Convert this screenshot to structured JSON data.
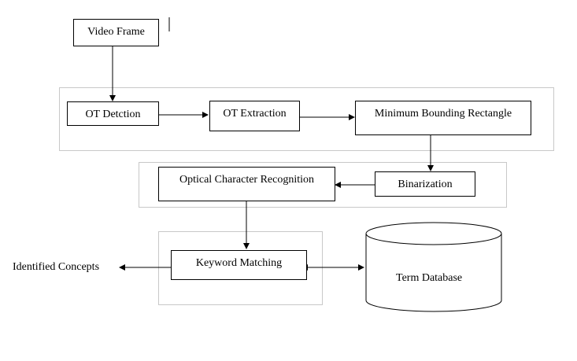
{
  "nodes": {
    "video_frame": "Video Frame",
    "ot_detection": "OT Detction",
    "ot_extraction": "OT Extraction",
    "min_bounding_rect": "Minimum Bounding Rectangle",
    "binarization": "Binarization",
    "ocr": "Optical Character Recognition",
    "keyword_matching": "Keyword Matching",
    "identified_concepts": "Identified Concepts",
    "term_database": "Term Database"
  },
  "colors": {
    "line": "#000000",
    "group_border": "#c8c8c8",
    "background": "#ffffff"
  }
}
